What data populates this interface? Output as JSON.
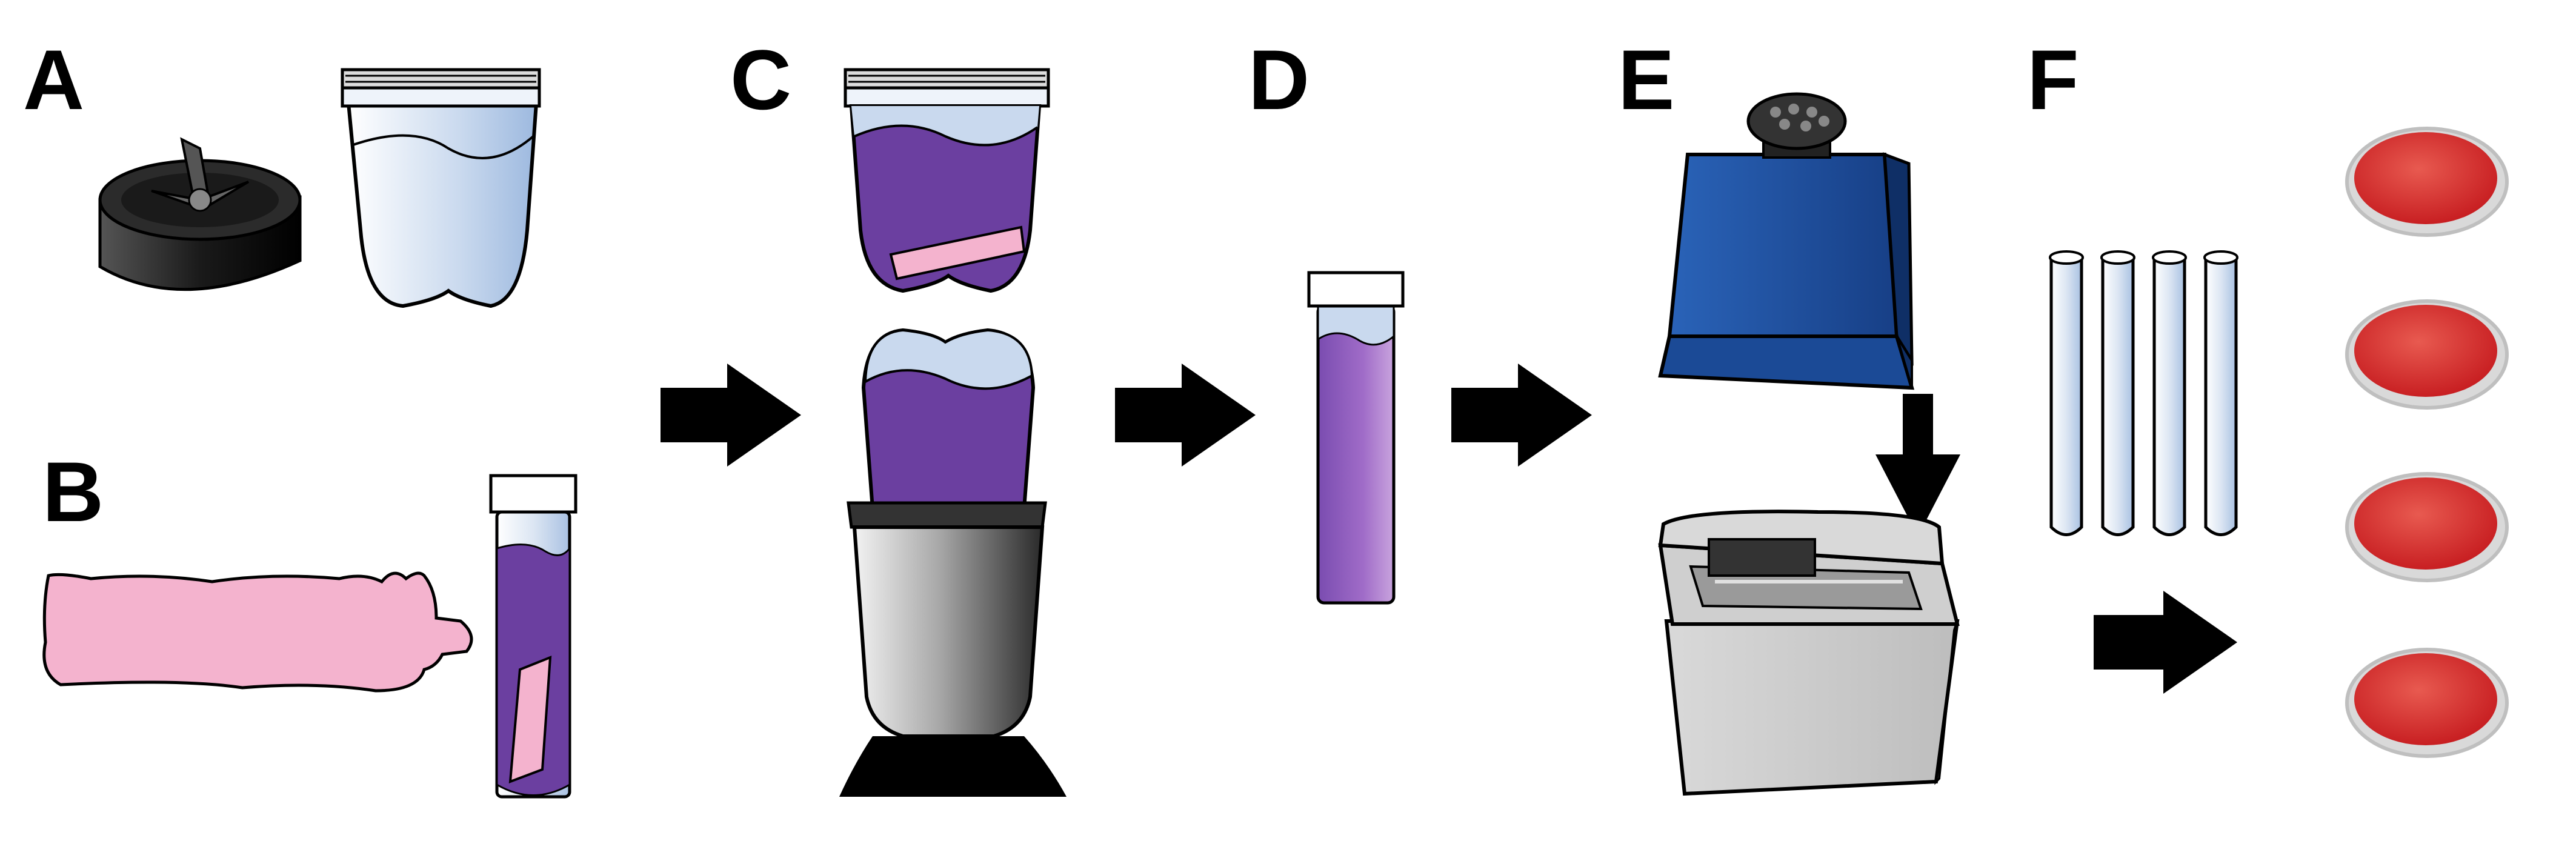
{
  "panels": {
    "a": {
      "label": "A"
    },
    "b": {
      "label": "B"
    },
    "c": {
      "label": "C"
    },
    "d": {
      "label": "D"
    },
    "e": {
      "label": "E"
    },
    "f": {
      "label": "F"
    }
  },
  "colors": {
    "liquid_purple": "#6B3FA0",
    "liquid_light": "#C9D9EE",
    "tissue_pink": "#F4B3CE",
    "container_blue": "#B7CFEA",
    "centrifuge_blue": "#1E4F9E",
    "blade_black": "#1a1a1a",
    "agar_red": "#D62B2B",
    "arrow": "#000000"
  },
  "icons": [
    "blender-blade-base-icon",
    "blender-cup-icon",
    "tissue-sample-icon",
    "sample-tube-icon",
    "blender-icon",
    "filtrate-tube-icon",
    "centrifuge-icon",
    "water-bath-icon",
    "test-tube-icon",
    "agar-plate-icon",
    "arrow-icon"
  ]
}
